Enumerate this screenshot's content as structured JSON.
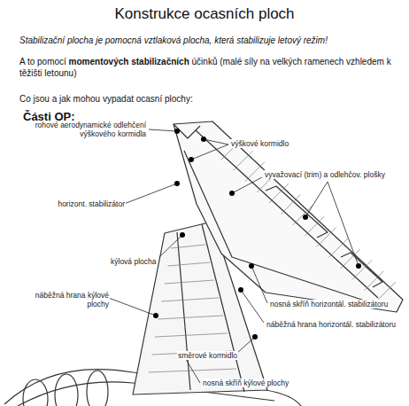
{
  "diagram": {
    "title": "Konstrukce ocasních ploch",
    "labels": [
      "Stabilizační plocha je pomocná vztlaková plocha, která stabilizuje  letový režim!",
      "A to pomocí",
      "momentových stabilizačních",
      "účinků (malé síly na velkých ramenech vzhledem k těžišti letounu)",
      "Co jsou a jak mohou vypadat ocasní plochy:",
      "Části OP:",
      "rohové aerodynamické odlehčení výškového kormidla",
      "výškové kormidlo",
      "vyvažovací (trim) a odlehčov. plošky",
      "horizont. stabilizátor",
      "kýlová plocha",
      "nosná skříň horizontál. stabilizátoru",
      "náběžná hrana kýlové plochy",
      "náběžná hrana horizontál. stabilizátoru",
      "směrové kormidlo",
      "nosná skříň kýlové plochy"
    ]
  }
}
